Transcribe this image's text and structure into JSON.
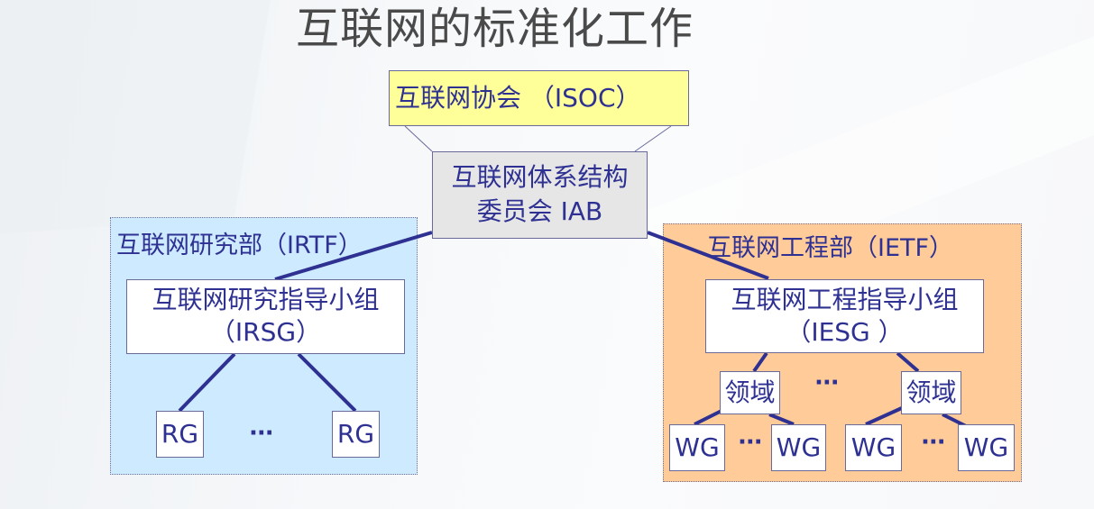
{
  "title": "互联网的标准化工作",
  "colors": {
    "text": "#2e3192",
    "title_text": "#4a4a4a",
    "isoc_fill": "#ffff99",
    "iab_fill": "#e6e6e6",
    "irtf_fill": "#cdeaff",
    "ietf_fill": "#ffcc99",
    "connector": "#2e3192"
  },
  "nodes": {
    "isoc": "互联网协会 （ISOC）",
    "iab": {
      "line1": "互联网体系结构",
      "line2": "委员会 IAB"
    },
    "irtf": {
      "label": "互联网研究部（IRTF）",
      "irsg": {
        "line1": "互联网研究指导小组",
        "line2": "（IRSG）"
      },
      "groups": [
        "RG",
        "RG"
      ],
      "ellipsis": "···"
    },
    "ietf": {
      "label": "互联网工程部（IETF）",
      "iesg": {
        "line1": "互联网工程指导小组",
        "line2": "（IESG ）"
      },
      "areas": [
        {
          "label": "领域",
          "groups": [
            "WG",
            "WG"
          ],
          "ellipsis": "···"
        },
        {
          "label": "领域",
          "groups": [
            "WG",
            "WG"
          ],
          "ellipsis": "···"
        }
      ],
      "area_ellipsis": "···"
    }
  }
}
